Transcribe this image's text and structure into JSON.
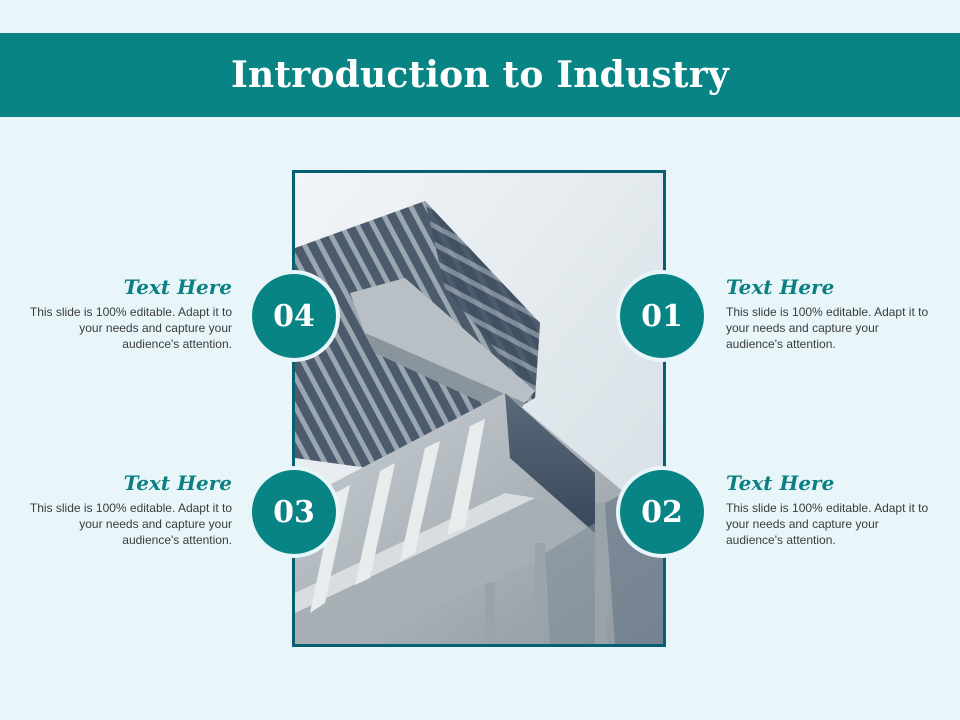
{
  "slide": {
    "title": "Introduction to Industry",
    "accent_color": "#088485",
    "background_color": "#e8f6fa"
  },
  "items": [
    {
      "number": "01",
      "heading": "Text Here",
      "body": "This slide is 100% editable. Adapt it to your needs and capture your audience's attention."
    },
    {
      "number": "02",
      "heading": "Text Here",
      "body": "This slide is 100% editable. Adapt it to your needs and capture your audience's attention."
    },
    {
      "number": "03",
      "heading": "Text Here",
      "body": "This slide is 100% editable. Adapt it to your needs and capture your audience's attention."
    },
    {
      "number": "04",
      "heading": "Text Here",
      "body": "This slide is 100% editable. Adapt it to your needs and capture your audience's attention."
    }
  ],
  "image": {
    "subject": "skyscraper-photo"
  }
}
